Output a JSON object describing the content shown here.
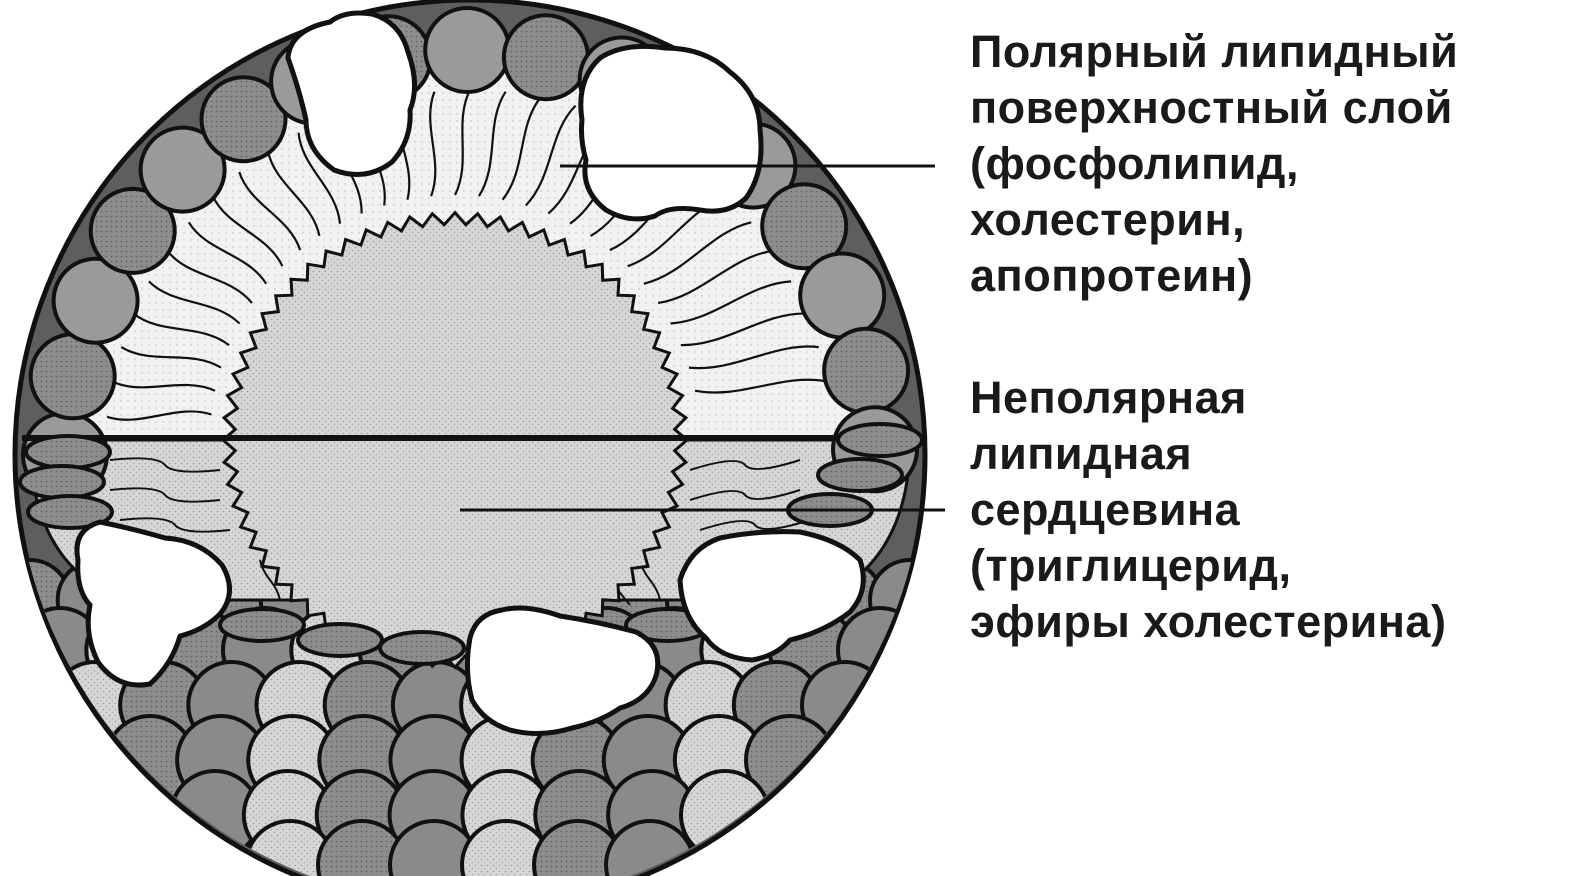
{
  "labels": {
    "polar_layer": {
      "lines": [
        "Полярный липидный",
        "поверхностный слой",
        "(фосфолипид,",
        "холестерин,",
        "апопротеин)"
      ]
    },
    "nonpolar_core": {
      "lines": [
        "Неполярная",
        "липидная",
        "сердцевина",
        "(триглицерид,",
        "эфиры холестерина)"
      ]
    }
  },
  "colors": {
    "background": "#ffffff",
    "outline": "#111111",
    "head_light": "#9a9a9a",
    "head_dark": "#6f6f6f",
    "core_fill": "#d2d2d2",
    "protein_fill": "#ffffff",
    "lower_fill": "#bdbdbd"
  },
  "icons": {
    "particle": "lipoprotein-particle-icon"
  }
}
